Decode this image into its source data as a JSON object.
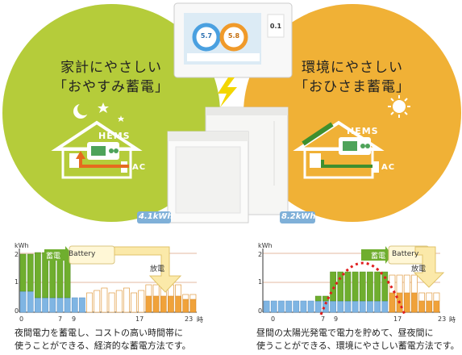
{
  "colors": {
    "left_circle": "#b5cc3a",
    "right_circle": "#f0b136",
    "bar_green": "#6fae2e",
    "bar_blue": "#7fb5e3",
    "bar_orange": "#f0a23a",
    "bolt": "#f3d600"
  },
  "left_panel": {
    "title_line1": "家計にやさしい",
    "title_line2": "「おやすみ蓄電」",
    "hems": "HEMS",
    "ac": "AC",
    "capacity_badge": "4.1kWh"
  },
  "right_panel": {
    "title_line1": "環境にやさしい",
    "title_line2": "「おひさま蓄電」",
    "hems": "HEMS",
    "ac": "AC",
    "capacity_badge": "8.2kWh"
  },
  "monitor": {
    "val_left": "5.7",
    "val_right": "5.8",
    "val_side": "0.1"
  },
  "left_chart": {
    "unit": "kWh",
    "y_ticks": [
      "2",
      "1",
      "0"
    ],
    "x_ticks": [
      "0",
      "7",
      "9",
      "17",
      "23"
    ],
    "hour_suffix": "時",
    "charge_label": "蓄電",
    "battery_label": "Battery",
    "discharge_label": "放電",
    "caption_line1": "夜間電力を蓄電し、コストの高い時間帯に",
    "caption_line2": "使うことができる、経済的な蓄電方法です。"
  },
  "right_chart": {
    "unit": "kWh",
    "y_ticks": [
      "2",
      "1",
      "0"
    ],
    "x_ticks": [
      "0",
      "7",
      "9",
      "17",
      "23"
    ],
    "hour_suffix": "時",
    "charge_label": "蓄電",
    "battery_label": "Battery",
    "discharge_label": "放電",
    "caption_line1": "昼間の太陽光発電で電力を貯めて、昼夜間に",
    "caption_line2": "使うことができる、環境にやさしい蓄電方法です。"
  }
}
